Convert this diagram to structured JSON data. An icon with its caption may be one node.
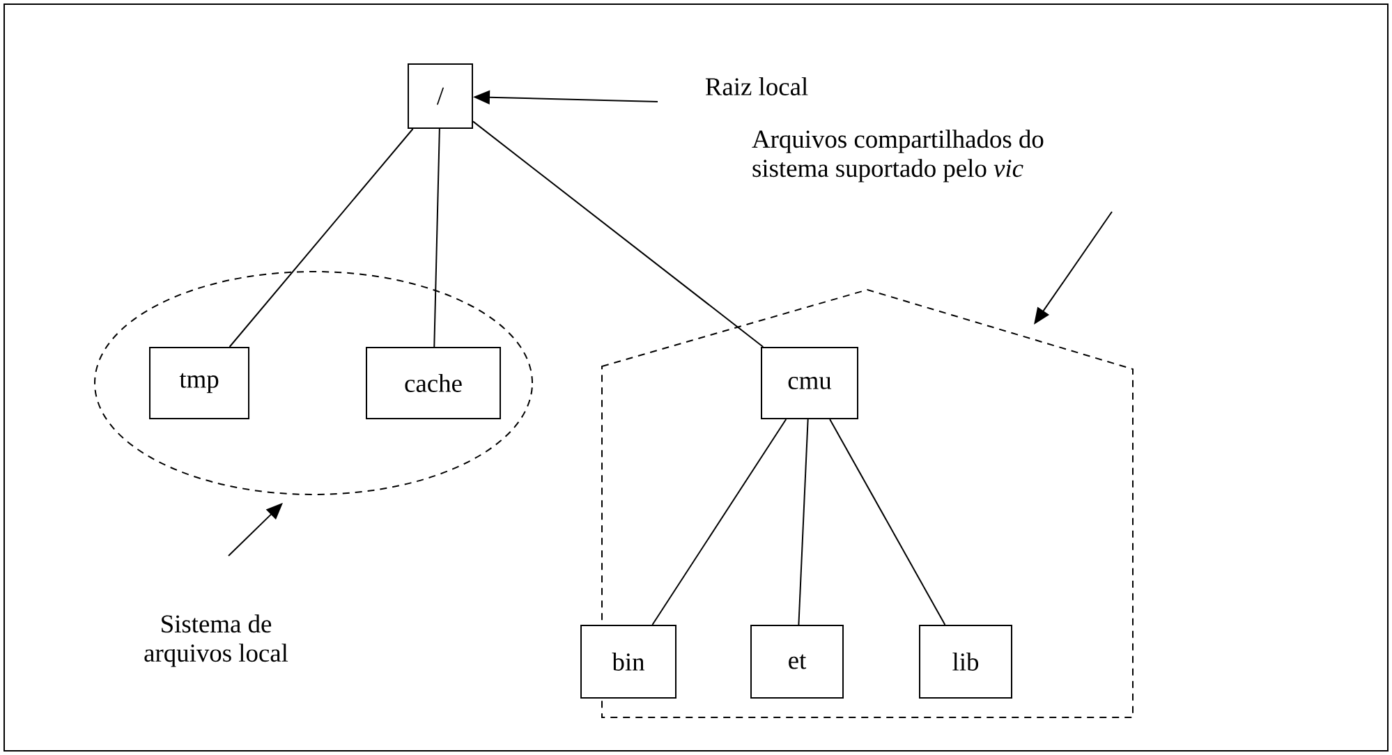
{
  "diagram": {
    "nodes": [
      {
        "text": [
          "/"
        ]
      },
      {
        "text": [
          "Raiz local"
        ]
      },
      {
        "text": [
          "Arquivos compartilhados do sistema suportado pelo *vic*"
        ]
      },
      {
        "text": [],
        "shape": "ellipse"
      },
      {
        "text": [
          "tmp"
        ],
        "in": 3
      },
      {
        "text": [
          "cache"
        ],
        "in": 3
      },
      {
        "text": [],
        "shape": "pentagon"
      },
      {
        "text": [
          "cmu"
        ],
        "in": 6
      },
      {
        "text": [
          "bin"
        ],
        "in": 6
      },
      {
        "text": [
          "et"
        ],
        "in": 6
      },
      {
        "text": [
          "lib"
        ],
        "in": 6
      },
      {
        "text": [
          "Sistema de arquivos local"
        ]
      }
    ],
    "edges": [
      {
        "from": 1,
        "to": 0,
        "arrow": "to"
      },
      {
        "from": 2,
        "to": 6,
        "arrow": "to"
      },
      {
        "from": 0,
        "to": 4,
        "arrow": "none"
      },
      {
        "from": 0,
        "to": 5,
        "arrow": "none"
      },
      {
        "from": 0,
        "to": 7,
        "arrow": "none"
      },
      {
        "from": 7,
        "to": 8,
        "arrow": "none"
      },
      {
        "from": 7,
        "to": 9,
        "arrow": "none"
      },
      {
        "from": 7,
        "to": 10,
        "arrow": "none"
      },
      {
        "from": 11,
        "to": 3,
        "arrow": "to"
      }
    ]
  }
}
